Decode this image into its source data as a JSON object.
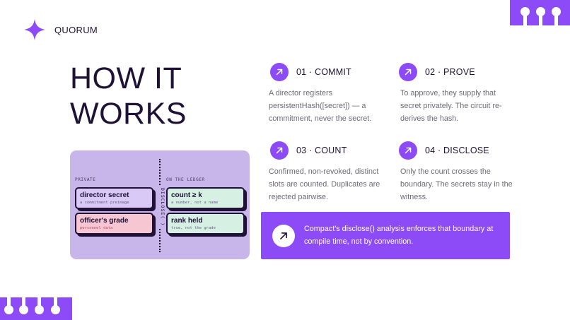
{
  "brand": {
    "name": "QUORUM",
    "icon": "sparkle-icon"
  },
  "title": {
    "line1": "HOW IT",
    "line2": "WORKS"
  },
  "colors": {
    "accent": "#8c4bf6",
    "ink": "#1f1236",
    "panel": "#c8b6ea",
    "muted": "#6e6a78"
  },
  "diagram": {
    "private_heading": "PRIVATE",
    "ledger_heading": "ON THE LEDGER",
    "divider_label": "DISCLOSE( )",
    "cards": [
      {
        "label": "director secret",
        "sub": "a commitment preimage",
        "color": "#d8c9f7"
      },
      {
        "label": "officer's grade",
        "sub": "personnel data",
        "color": "#f7c6d3"
      },
      {
        "label": "count ≥ k",
        "sub": "a number, not a name",
        "color": "#d6f1e4"
      },
      {
        "label": "rank held",
        "sub": "true, not the grade",
        "color": "#d6f1e4"
      }
    ]
  },
  "steps": [
    {
      "title": "01 · COMMIT",
      "body": "A director registers persistentHash([secret]) — a commitment, never the secret.",
      "icon": "arrow-up-right-icon"
    },
    {
      "title": "02 · PROVE",
      "body": "To approve, they supply that secret privately. The circuit re-derives the hash.",
      "icon": "arrow-up-right-icon"
    },
    {
      "title": "03 · COUNT",
      "body": "Confirmed, non-revoked, distinct slots are counted. Duplicates are rejected pairwise.",
      "icon": "arrow-up-right-icon"
    },
    {
      "title": "04 · DISCLOSE",
      "body": "Only the count crosses the boundary. The secrets stay in the witness.",
      "icon": "arrow-up-right-icon"
    }
  ],
  "callout": {
    "text": "Compact's disclose() analysis enforces that boundary at compile time, not by convention.",
    "icon": "arrow-up-right-icon"
  }
}
